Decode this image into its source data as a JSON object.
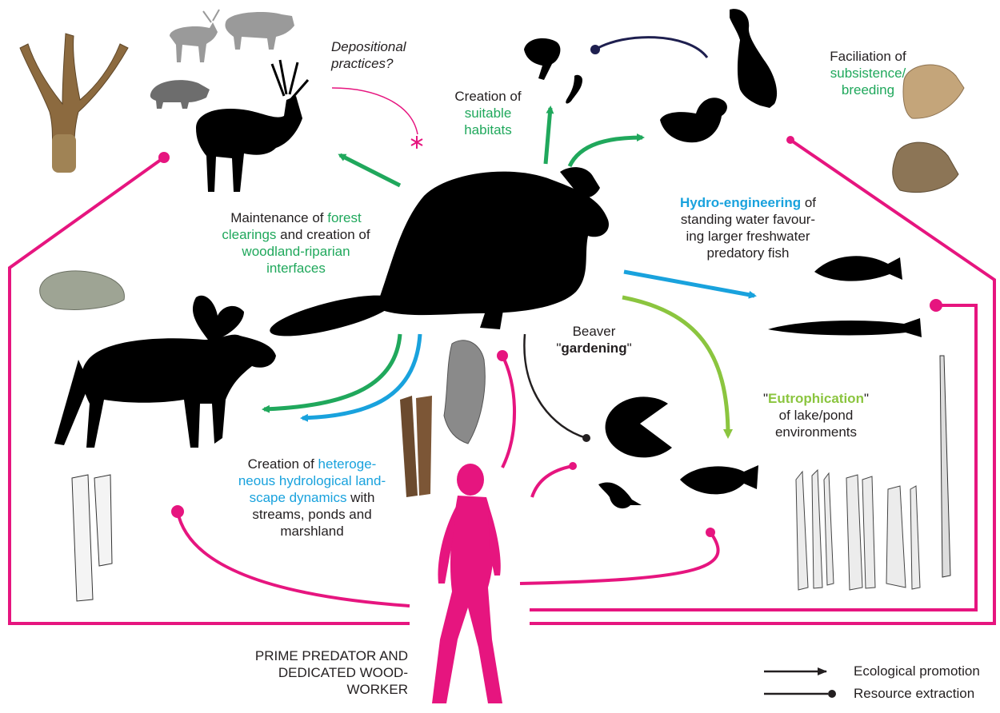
{
  "colors": {
    "promotion_green": "#20a85c",
    "hydro_blue": "#19a2dd",
    "eutrophication_green": "#8bc53f",
    "human_magenta": "#e6157f",
    "dark_navy": "#1e1f4f",
    "silhouette": "#000000"
  },
  "labels": {
    "depositional_1": "Depositional",
    "depositional_2": "practices?",
    "suitable_1": "Creation of",
    "suitable_2a": "suitable",
    "suitable_2b": "habitats",
    "facil_1": "Faciliation of",
    "facil_2": "subsistence/",
    "facil_3": "breeding",
    "forest_1a": "Maintenance of ",
    "forest_1b": "forest",
    "forest_2a": "clearings",
    "forest_2b": " and creation of",
    "forest_3": "woodland-riparian",
    "forest_4": "interfaces",
    "hydro_1a": "Hydro-engineering",
    "hydro_1b": " of",
    "hydro_2": "standing water favour-",
    "hydro_3": "ing larger freshwater",
    "hydro_4": "predatory fish",
    "garden_1": "Beaver",
    "garden_2a": "\"",
    "garden_2b": "gardening",
    "garden_2c": "\"",
    "eutro_1a": "\"",
    "eutro_1b": "Eutrophication",
    "eutro_1c": "\"",
    "eutro_2": "of lake/pond",
    "eutro_3": "environments",
    "hetero_1a": "Creation of ",
    "hetero_1b": "heteroge-",
    "hetero_2": "neous hydrological land-",
    "hetero_3a": "scape dynamics",
    "hetero_3b": " with",
    "hetero_4": "streams, ponds and",
    "hetero_5": "marshland",
    "human_1": "PRIME PREDATOR AND",
    "human_2": "DEDICATED WOOD-",
    "human_3": "WORKER"
  },
  "legend": {
    "promotion": "Ecological promotion",
    "extraction": "Resource extraction"
  }
}
